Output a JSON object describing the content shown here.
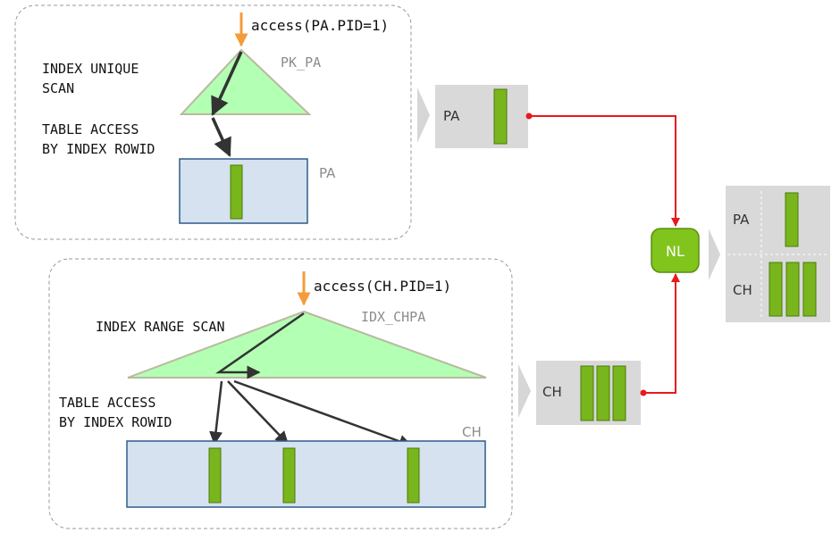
{
  "top_section": {
    "access_label": "access(PA.PID=1)",
    "index_op_line1": "INDEX UNIQUE",
    "index_op_line2": "SCAN",
    "table_op_line1": "TABLE ACCESS",
    "table_op_line2": "BY INDEX ROWID",
    "index_name": "PK_PA",
    "table_name": "PA"
  },
  "bottom_section": {
    "access_label": "access(CH.PID=1)",
    "index_op": "INDEX RANGE SCAN",
    "table_op_line1": "TABLE ACCESS",
    "table_op_line2": "BY INDEX ROWID",
    "index_name": "IDX_CHPA",
    "table_name": "CH"
  },
  "outputs": {
    "pa_label": "PA",
    "ch_label": "CH"
  },
  "join": {
    "label": "NL"
  },
  "result": {
    "pa_label": "PA",
    "ch_label": "CH"
  },
  "colors": {
    "index_fill": "#b3ffb3",
    "table_fill": "#d6e2f0",
    "table_border": "#2e5c8a",
    "row_fill": "#79b51c",
    "access_arrow": "#f59b3a",
    "flow_line": "#e8191c",
    "nl_fill": "#80c41c"
  }
}
